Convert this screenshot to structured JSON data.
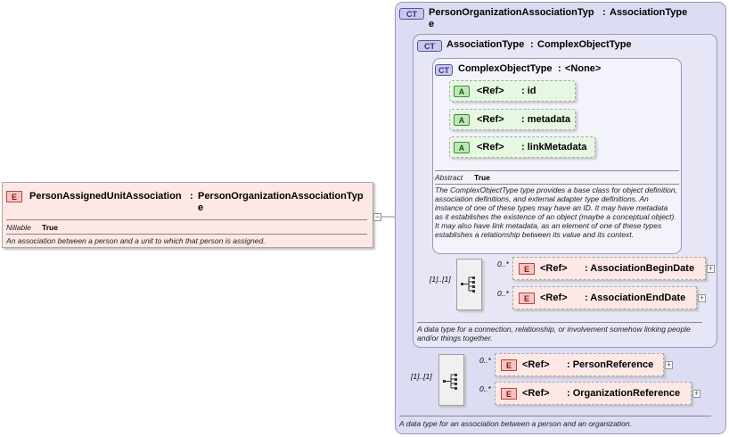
{
  "outer": {
    "badge": "CT",
    "title_line1": "PersonOrganizationAssociationTyp",
    "title_sep": ":",
    "title_type": "AssociationType",
    "title_line2": "e",
    "doc": "A data type for an association between a person and an organization."
  },
  "middle": {
    "badge": "CT",
    "name": "AssociationType",
    "sep": ":",
    "type": "ComplexObjectType",
    "doc": "A data type for a connection, relationship, or involvement somehow linking people and/or things together."
  },
  "inner": {
    "badge": "CT",
    "name": "ComplexObjectType",
    "sep": ":",
    "type": "<None>",
    "attributes": [
      {
        "badge": "A",
        "ref": "<Ref>",
        "name": ": id"
      },
      {
        "badge": "A",
        "ref": "<Ref>",
        "name": ": metadata"
      },
      {
        "badge": "A",
        "ref": "<Ref>",
        "name": ": linkMetadata"
      }
    ],
    "abstract_label": "Abstract",
    "abstract_value": "True",
    "doc": "The ComplexObjectType type provides a base class for object definition, association definitions, and external adapter type definitions. An instance of one of these types may have an ID. It may have metadata as it establishes the existence of an object (maybe a conceptual object). It may also have link metadata, as an element of one of these types establishes a relationship between its value and its context."
  },
  "middle_sequence": {
    "cardinality": "[1]..[1]",
    "elements": [
      {
        "badge": "E",
        "ref": "<Ref>",
        "name": ": AssociationBeginDate",
        "occurs": "0..*",
        "expand": "+"
      },
      {
        "badge": "E",
        "ref": "<Ref>",
        "name": ": AssociationEndDate",
        "occurs": "0..*",
        "expand": "+"
      }
    ]
  },
  "outer_sequence": {
    "cardinality": "[1]..[1]",
    "elements": [
      {
        "badge": "E",
        "ref": "<Ref>",
        "name": ": PersonReference",
        "occurs": "0..*",
        "expand": "+"
      },
      {
        "badge": "E",
        "ref": "<Ref>",
        "name": ": OrganizationReference",
        "occurs": "0..*",
        "expand": "+"
      }
    ]
  },
  "root": {
    "badge": "E",
    "name": "PersonAssignedUnitAssociation",
    "sep": ":",
    "type_line1": "PersonOrganizationAssociationTyp",
    "type_line2": "e",
    "nillable_label": "Nillable",
    "nillable_value": "True",
    "doc": "An association between a person and a unit to which that person is assigned.",
    "collapse": "−"
  },
  "colors": {
    "element_fill": "#fde8e6",
    "attribute_fill": "#e6f8e2",
    "complex_type_fill": "#dcdcf3"
  }
}
